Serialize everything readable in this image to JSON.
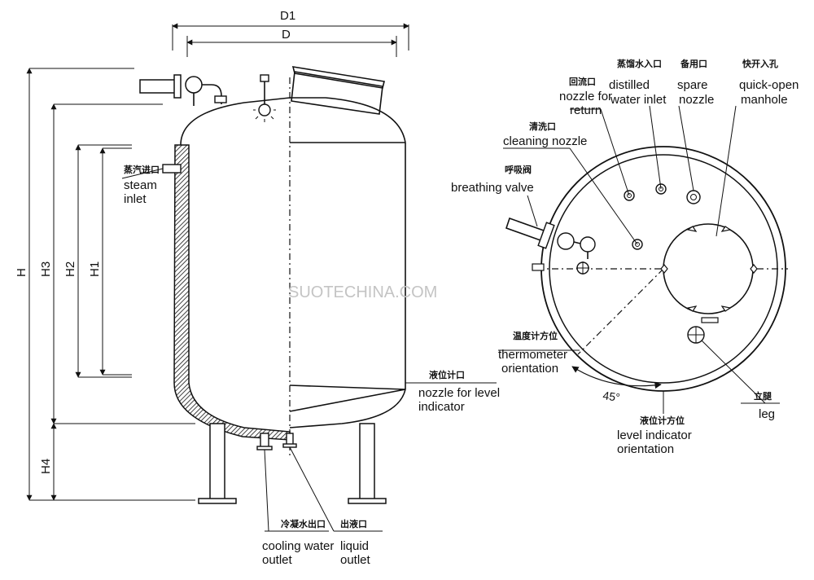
{
  "dimensions": {
    "d1": "D1",
    "d": "D",
    "h": "H",
    "h3": "H3",
    "h2": "H2",
    "h1": "H1",
    "h4": "H4"
  },
  "side_view_labels": {
    "steam_inlet_cn": "蒸汽进口",
    "steam_inlet_en_1": "steam",
    "steam_inlet_en_2": "inlet",
    "level_nozzle_cn": "液位计口",
    "level_nozzle_en_1": "nozzle for level",
    "level_nozzle_en_2": "indicator",
    "cooling_cn": "冷凝水出口",
    "cooling_en_1": "cooling water",
    "cooling_en_2": "outlet",
    "liquid_cn": "出液口",
    "liquid_en_1": "liquid",
    "liquid_en_2": "outlet"
  },
  "top_view_labels": {
    "return_cn": "回流口",
    "return_en_1": "nozzle for",
    "return_en_2": "return",
    "distilled_cn": "蒸馏水入口",
    "distilled_en_1": "distilled",
    "distilled_en_2": "water inlet",
    "spare_cn": "备用口",
    "spare_en_1": "spare",
    "spare_en_2": "nozzle",
    "manhole_cn": "快开入孔",
    "manhole_en_1": "quick-open",
    "manhole_en_2": "manhole",
    "cleaning_cn": "清洗口",
    "cleaning_en": "cleaning nozzle",
    "breathing_cn": "呼吸阀",
    "breathing_en": "breathing valve",
    "thermo_cn": "温度计方位",
    "thermo_en_1": "thermometer",
    "thermo_en_2": "orientation",
    "angle": "45°",
    "level_orient_cn": "液位计方位",
    "level_orient_en_1": "level indicator",
    "level_orient_en_2": "orientation",
    "leg_cn": "立腿",
    "leg_en": "leg"
  },
  "watermark": "SUOTECHINA.COM"
}
